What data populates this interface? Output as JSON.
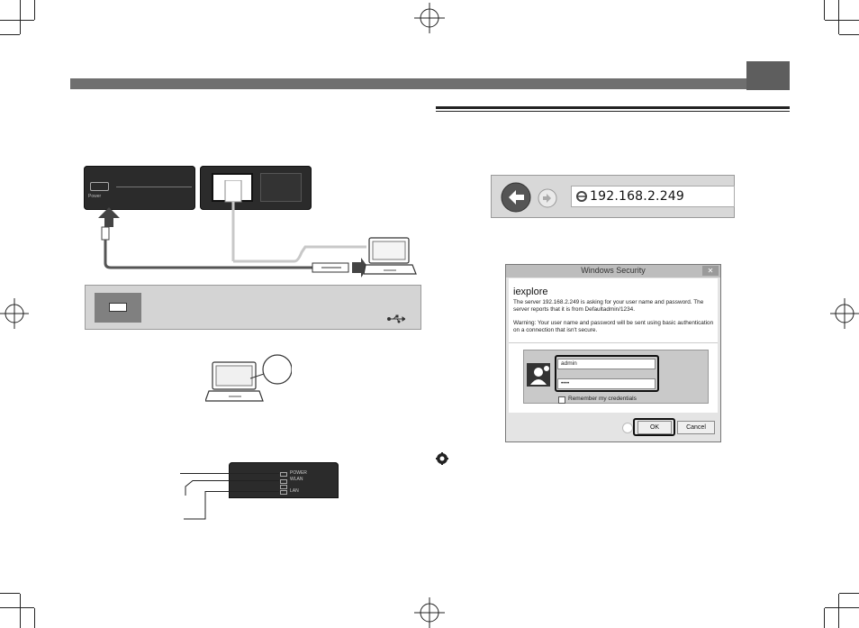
{
  "device_left": {
    "port_label": "Power"
  },
  "browser": {
    "url": "192.168.2.249"
  },
  "dialog": {
    "title": "Windows Security",
    "close_label": "✕",
    "app_name": "iexplore",
    "message": "The server 192.168.2.249 is asking for your user name and password. The server reports that it is from Defaultadmin/1234.",
    "warning": "Warning: Your user name and password will be sent using basic authentication on a connection that isn't secure.",
    "username_value": "admin",
    "password_value": "••••",
    "remember_label": "Remember my credentials",
    "ok_label": "OK",
    "cancel_label": "Cancel"
  },
  "leds": {
    "items": [
      "POWER",
      "WLAN",
      "LAN"
    ]
  },
  "icons": {
    "usb": "usb-icon",
    "back": "back-arrow-icon",
    "forward": "forward-arrow-icon",
    "ie": "ie-logo-icon",
    "user": "user-avatar-icon",
    "note": "gear-note-icon",
    "laptop": "laptop-icon",
    "arrow": "arrow-icon"
  },
  "colors": {
    "header_bar": "#6f6f6f",
    "device": "#2b2b2b",
    "cable_dark": "#555555",
    "cable_light": "#c8c8c8"
  }
}
